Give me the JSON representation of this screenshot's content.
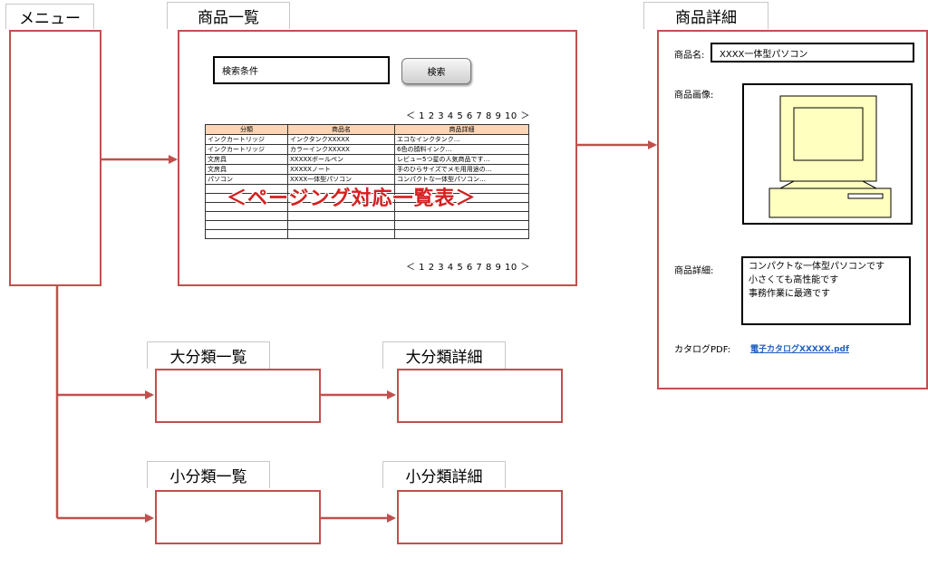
{
  "menu": {
    "title": "メニュー"
  },
  "product_list": {
    "title": "商品一覧",
    "search_field": "検索条件",
    "search_button": "検索",
    "pager": "＜ 1 2 3 4 5 6 7 8 9 10 ＞",
    "table": {
      "headers": [
        "分類",
        "商品名",
        "商品詳細"
      ],
      "rows": [
        [
          "インクカートリッジ",
          "インクタンクXXXXX",
          "エコなインクタンク…"
        ],
        [
          "インクカートリッジ",
          "カラーインクXXXXX",
          "6色の顔料インク…"
        ],
        [
          "文房具",
          "XXXXXボールペン",
          "レビュー5つ星の人気商品です…"
        ],
        [
          "文房具",
          "XXXXXノート",
          "手のひらサイズでメモ用用途の…"
        ],
        [
          "パソコン",
          "XXXX一体型パソコン",
          "コンパクトな一体型パソコン…"
        ],
        [
          "",
          "",
          ""
        ],
        [
          "",
          "",
          ""
        ],
        [
          "",
          "",
          ""
        ],
        [
          "",
          "",
          ""
        ],
        [
          "",
          "",
          ""
        ],
        [
          "",
          "",
          ""
        ]
      ]
    },
    "overlay": "＜ページング対応一覧表＞"
  },
  "product_detail": {
    "title": "商品詳細",
    "name_label": "商品名:",
    "name_value": "XXXX一体型パソコン",
    "image_label": "商品画像:",
    "detail_label": "商品詳細:",
    "detail_lines": [
      "コンパクトな一体型パソコンです",
      "小さくても高性能です",
      "事務作業に最適です"
    ],
    "catalog_label": "カタログPDF:",
    "catalog_link": "電子カタログXXXXX.pdf"
  },
  "large_category_list": {
    "title": "大分類一覧"
  },
  "large_category_detail": {
    "title": "大分類詳細"
  },
  "small_category_list": {
    "title": "小分類一覧"
  },
  "small_category_detail": {
    "title": "小分類詳細"
  },
  "colors": {
    "frame": "#c0504d",
    "arrow": "#c0504d",
    "table_header": "#fbd5b5",
    "link": "#1f5fbf",
    "monitor": "#ffffc0"
  }
}
